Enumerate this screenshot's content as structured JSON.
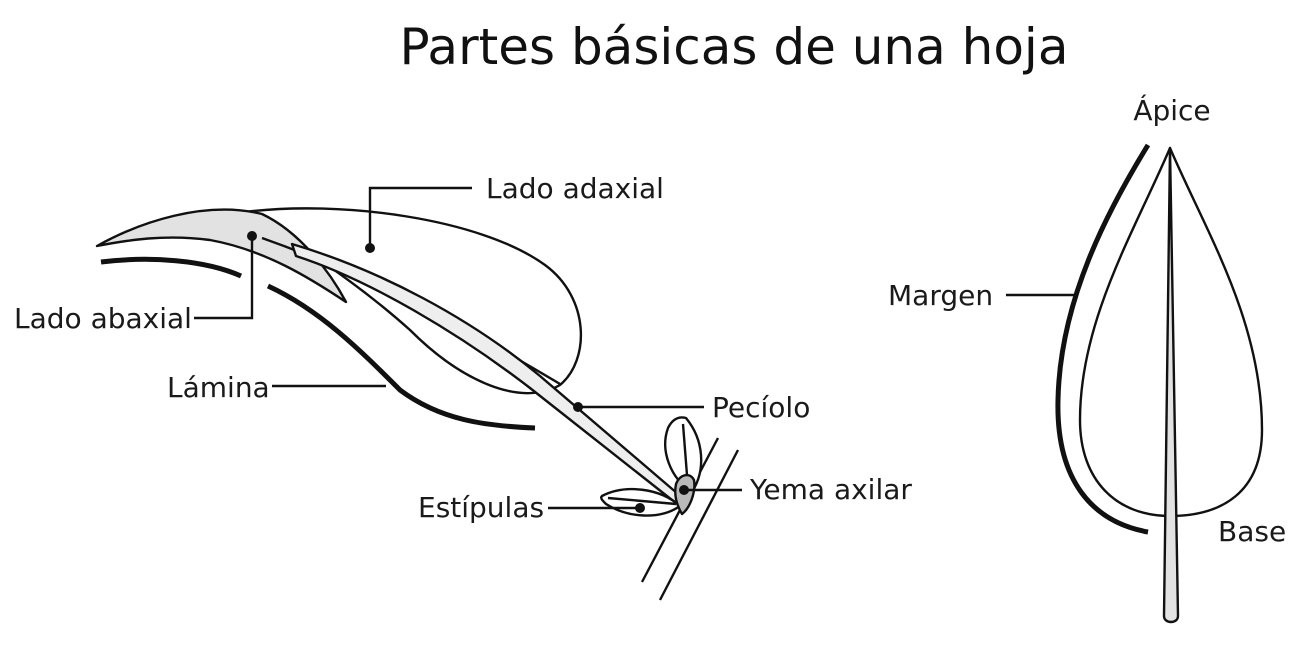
{
  "title": "Partes básicas de una hoja",
  "labels": {
    "lado_adaxial": "Lado adaxial",
    "lado_abaxial": "Lado abaxial",
    "lamina": "Lámina",
    "peciolo": "Pecíolo",
    "yema_axilar": "Yema axilar",
    "estipulas": "Estípulas",
    "apice": "Ápice",
    "margen": "Margen",
    "base": "Base"
  },
  "colors": {
    "ink": "#111111",
    "fill_light": "#e2e2e2",
    "fill_mid": "#b9b9b9",
    "background": "#ffffff"
  }
}
